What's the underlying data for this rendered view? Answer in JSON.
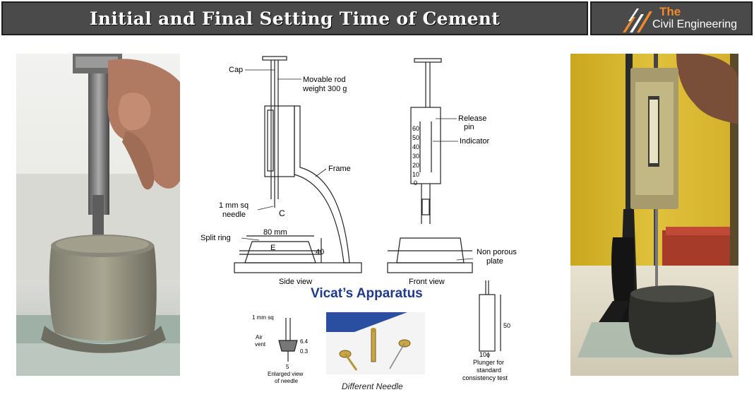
{
  "banner": {
    "title": "Initial and Final Setting Time of Cement"
  },
  "logo": {
    "line1": "The",
    "line2": "Civil Engineering",
    "brand_color": "#f08a2c"
  },
  "diagram": {
    "title": "Vicat’s Apparatus",
    "side_view": {
      "cap": "Cap",
      "movable_rod_1": "Movable rod",
      "movable_rod_2": "weight 300 g",
      "frame": "Frame",
      "needle_1": "1 mm sq",
      "needle_2": "needle",
      "needle_mark": "C",
      "split_ring": "Split ring",
      "width": "80 mm",
      "mould_mark": "E",
      "height": "40",
      "caption": "Side view"
    },
    "front_view": {
      "release_pin_1": "Release",
      "release_pin_2": "pin",
      "indicator": "Indicator",
      "scale": [
        "60",
        "50",
        "40",
        "30",
        "20",
        "10",
        "0"
      ],
      "non_porous_1": "Non porous",
      "non_porous_2": "plate",
      "caption": "Front view"
    },
    "needle_detail": {
      "top": "1 mm sq",
      "air_1": "Air",
      "air_2": "vent",
      "dim_a": "6.4",
      "dim_b": "0.3",
      "dim_c": "5",
      "caption_1": "Enlarged view",
      "caption_2": "of needle"
    },
    "needles_photo": {
      "caption": "Different Needle"
    },
    "plunger": {
      "height": "50",
      "diameter": "10ϕ",
      "caption_1": "Plunger for",
      "caption_2": "standard",
      "caption_3": "consistency test"
    }
  }
}
